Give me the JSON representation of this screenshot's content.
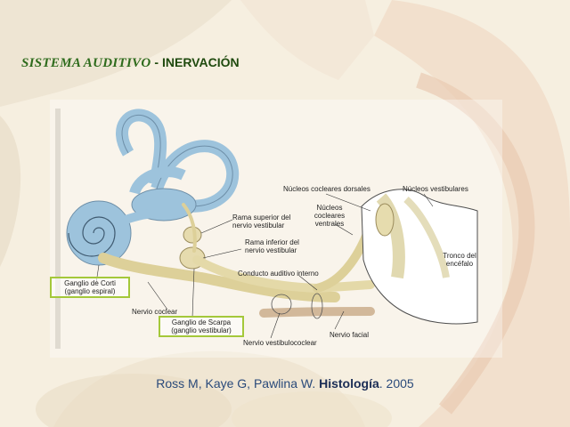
{
  "slide": {
    "title_italic": "SISTEMA AUDITIVO",
    "title_rest": " - INERVACIÓN"
  },
  "figure": {
    "labels": {
      "nucleos_cocleares_dorsales": "Núcleos cocleares dorsales",
      "nucleos_vestibulares": "Núcleos vestibulares",
      "nucleos_cocleares_ventrales_1": "Núcleos",
      "nucleos_cocleares_ventrales_2": "cocleares",
      "nucleos_cocleares_ventrales_3": "ventrales",
      "rama_superior_1": "Rama superior del",
      "rama_superior_2": "nervio vestibular",
      "rama_inferior_1": "Rama inferior del",
      "rama_inferior_2": "nervio vestibular",
      "tronco_1": "Tronco del",
      "tronco_2": "encéfalo",
      "conducto_auditivo": "Conducto auditivo interno",
      "ganglio_corti_1": "Ganglio de Corti",
      "ganglio_corti_2": "(ganglio espiral)",
      "nervio_coclear": "Nervio coclear",
      "ganglio_scarpa_1": "Ganglio de Scarpa",
      "ganglio_scarpa_2": "(ganglio vestibular)",
      "nervio_vestibulococlear": "Nervio vestibulococlear",
      "nervio_facial": "Nervio facial"
    }
  },
  "citation": {
    "authors": "Ross M, Kaye G, Pawlina W. ",
    "book": "Histología",
    "year": ". 2005"
  },
  "colors": {
    "title_green": "#2e6b1c",
    "box_border": "#a4c83a",
    "labyrinth_blue": "#9dc3dc",
    "nerve_tan": "#ddd099",
    "citation_blue": "#2a4a7a"
  }
}
